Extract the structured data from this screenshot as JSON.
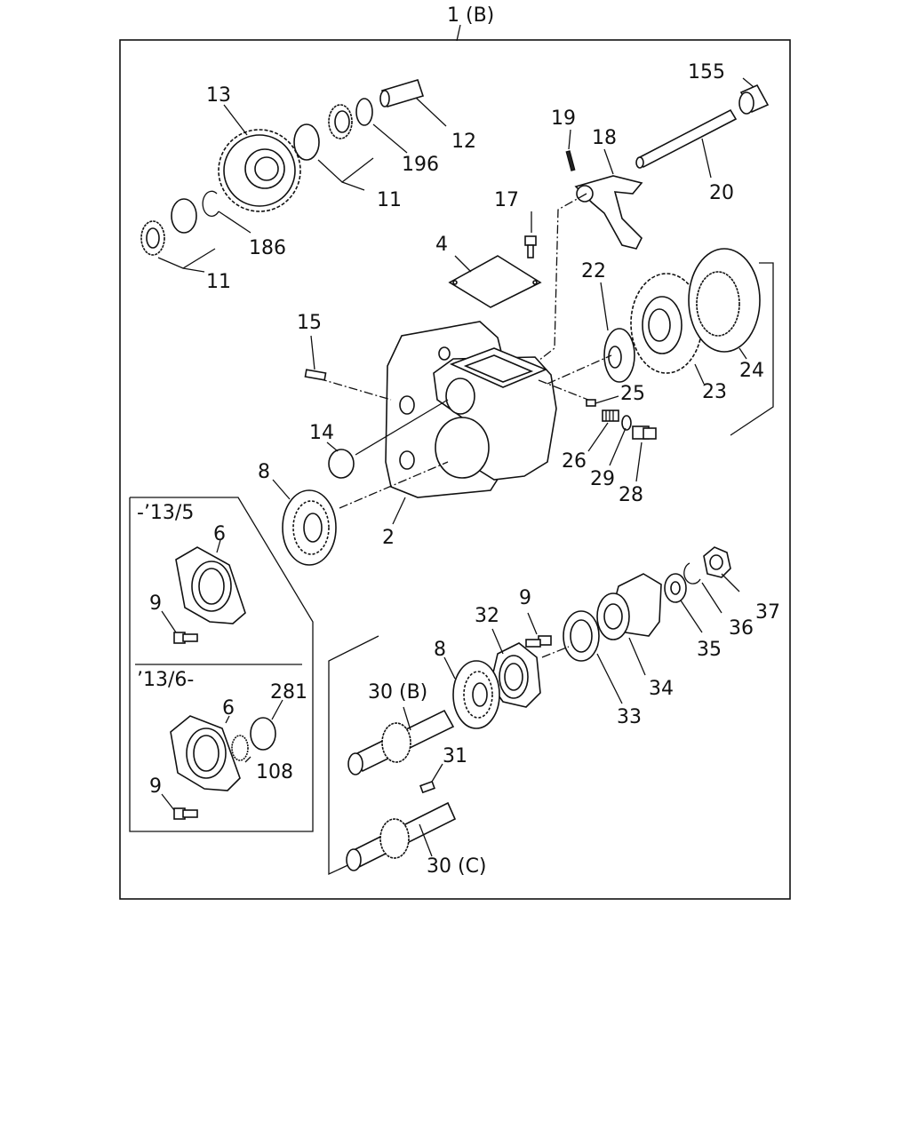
{
  "title": "1 (B)",
  "inset_old_range": "-’13/5",
  "inset_new_range": "’13/6-",
  "callouts": {
    "c13": "13",
    "c12": "12",
    "c11a": "11",
    "c196": "196",
    "c11b": "11",
    "c186": "186",
    "c155": "155",
    "c19": "19",
    "c18": "18",
    "c20": "20",
    "c17": "17",
    "c4": "4",
    "c22": "22",
    "c24": "24",
    "c23": "23",
    "c15": "15",
    "c25": "25",
    "c14": "14",
    "c26": "26",
    "c29": "29",
    "c28": "28",
    "c8a": "8",
    "c2": "2",
    "c6a": "6",
    "c9a": "9",
    "c6b": "6",
    "c281": "281",
    "c108": "108",
    "c9b": "9",
    "c37": "37",
    "c36": "36",
    "c35": "35",
    "c34": "34",
    "c33": "33",
    "c9c": "9",
    "c32": "32",
    "c8b": "8",
    "c30b": "30 (B)",
    "c31": "31",
    "c30c": "30 (C)"
  }
}
